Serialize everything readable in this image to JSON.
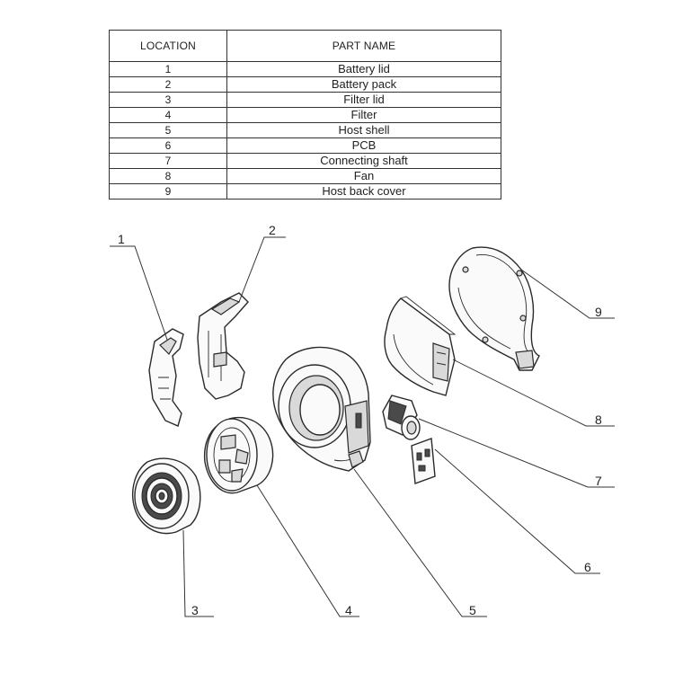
{
  "table": {
    "header_location": "LOCATION",
    "header_part_name": "PART NAME",
    "rows": [
      {
        "location": "1",
        "part_name": "Battery lid"
      },
      {
        "location": "2",
        "part_name": "Battery pack"
      },
      {
        "location": "3",
        "part_name": "Filter lid"
      },
      {
        "location": "4",
        "part_name": "Filter"
      },
      {
        "location": "5",
        "part_name": "Host shell"
      },
      {
        "location": "6",
        "part_name": "PCB"
      },
      {
        "location": "7",
        "part_name": "Connecting shaft"
      },
      {
        "location": "8",
        "part_name": "Fan"
      },
      {
        "location": "9",
        "part_name": "Host back cover"
      }
    ]
  },
  "callouts": {
    "c1": "1",
    "c2": "2",
    "c3": "3",
    "c4": "4",
    "c5": "5",
    "c6": "6",
    "c7": "7",
    "c8": "8",
    "c9": "9"
  }
}
